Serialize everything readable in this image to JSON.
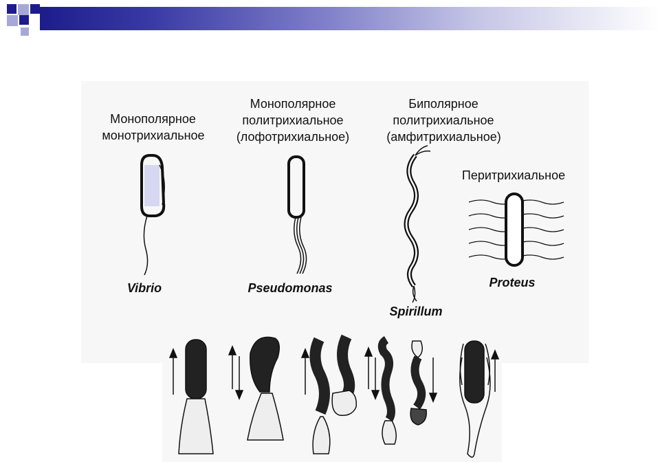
{
  "labels": {
    "mono_mono_line1": "Монополярное",
    "mono_mono_line2": "монотрихиальное",
    "mono_poly_line1": "Монополярное",
    "mono_poly_line2": "политрихиальное",
    "mono_poly_line3": "(лофотрихиальное)",
    "bi_poly_line1": "Биполярное",
    "bi_poly_line2": "политрихиальное",
    "bi_poly_line3": "(амфитрихиальное)",
    "peri": "Перитрихиальное"
  },
  "organisms": {
    "vibrio": "Vibrio",
    "pseudomonas": "Pseudomonas",
    "spirillum": "Spirillum",
    "proteus": "Proteus"
  },
  "colors": {
    "accent_dark": "#1c1c8c",
    "accent_light": "#a8a8d8",
    "cell_highlight": "#d6d8f2"
  }
}
